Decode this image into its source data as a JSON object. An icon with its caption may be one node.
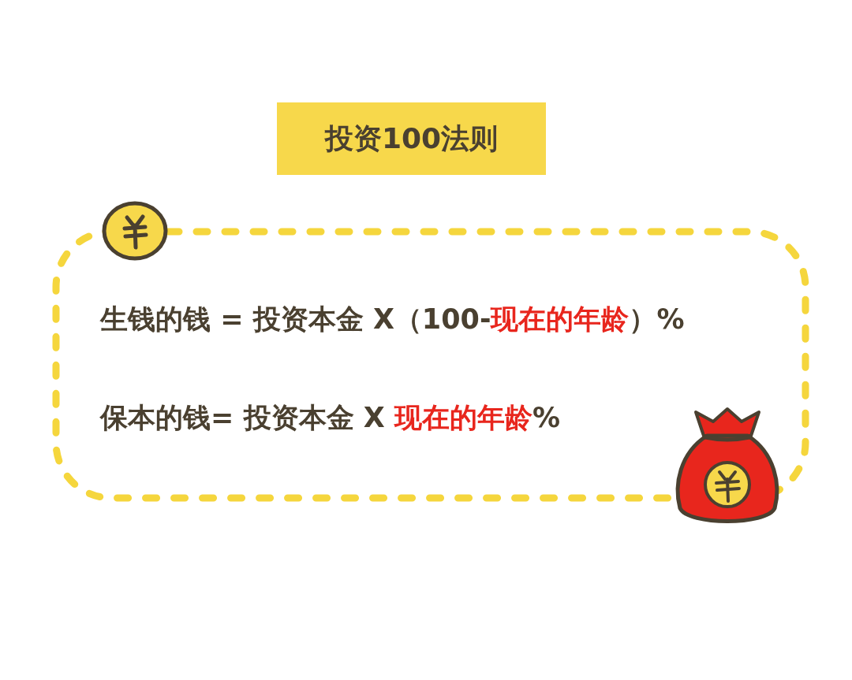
{
  "diagram": {
    "title": "投资100法则",
    "nodes": [
      {
        "text": [
          "生钱的钱 = 投资本金 X（100-**现在的年龄**）%",
          "保本的钱= 投资本金 X **现在的年龄**%"
        ]
      }
    ]
  }
}
